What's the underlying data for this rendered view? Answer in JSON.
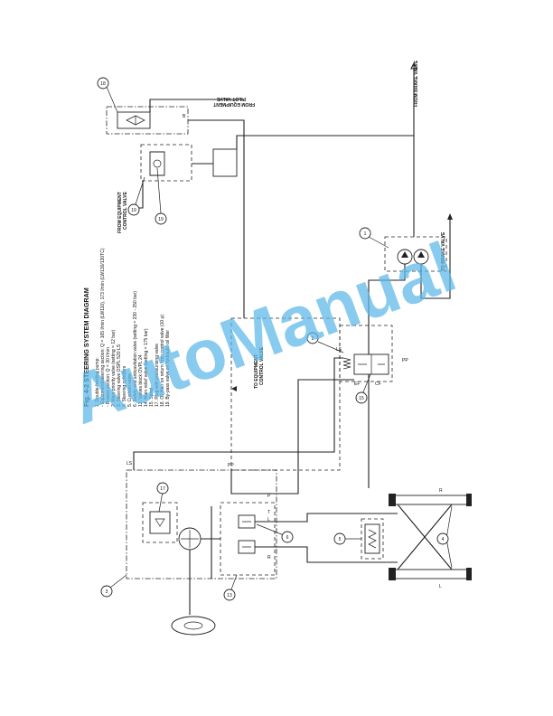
{
  "figure": {
    "title": "Fig. 4-2  STEERING SYSTEM DIAGRAM",
    "legend": [
      "1.  Double-feeding pump:",
      "     - Equipment/steering section:  Q = 165 l/min (LW110), 173 l/min (LW130/130TC)",
      "     - Brakes section:                    Q = 30 l/min",
      "2.  Main priority valve (setting = 12 bar)",
      "3.  Steering valve OSPL 520 LS",
      "4.  Steering cylinders",
      "5.  Cushion valve",
      "6.  Safety and anticavitation valve (setting = 230 - 250 bar)",
      "13. Valves block OVPL 24",
      "14. Main relief valve (setting = 175 bar)",
      "15. Spool",
      "17. Plug with pressurising valve",
      "18. Oil filter on return from control valve (10 μ)",
      "19. By-pass valve on hydraulic oil filter"
    ]
  },
  "labels": {
    "from_equipment_pilot": [
      "FROM EQUIPMENT",
      "PILOT VALVE"
    ],
    "from_brake_valve": "FROM BRAKE VALVE",
    "from_equipment_control": [
      "FROM EQUIPMENT",
      "CONTROL VALVE"
    ],
    "to_brake_valve": "TO BRAKE VALVE",
    "to_equipment_control": [
      "TO EQUIPMENT",
      "CONTROL VALVE"
    ],
    "port_ls": "LS",
    "port_pp": "PP",
    "port_ls2": "LS",
    "port_cf": "CF",
    "port_ef": "EF",
    "port_p": "P",
    "port_t": "T",
    "port_l": "L",
    "port_r": "R",
    "port_r2": "R",
    "port_l2": "L",
    "port_r3": "R",
    "port_b": "B"
  },
  "callouts": [
    "1",
    "2",
    "3",
    "4",
    "5",
    "6",
    "13",
    "14",
    "15",
    "17",
    "18",
    "19"
  ],
  "watermark": "AutoManual",
  "colors": {
    "line": "#222222",
    "watermark": "#5bb8e8"
  }
}
